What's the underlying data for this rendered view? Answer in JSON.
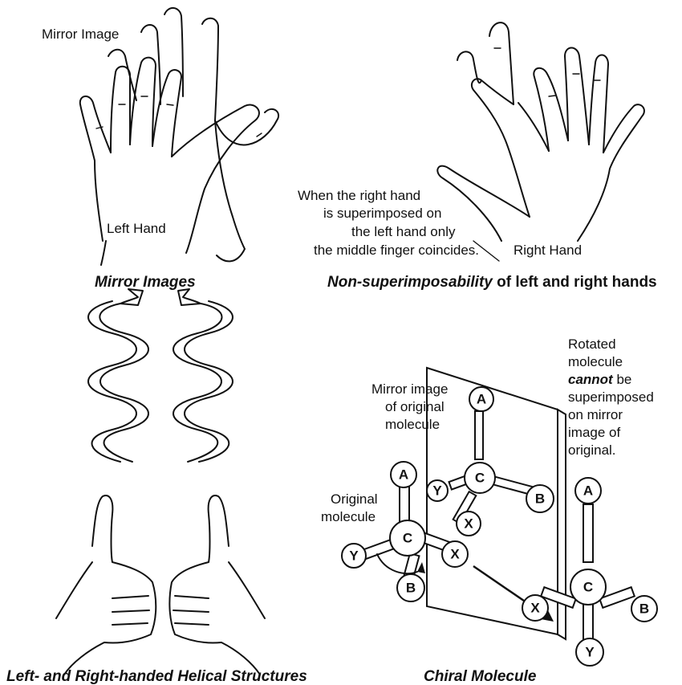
{
  "panels": {
    "mirror_images": {
      "label_mirror": "Mirror Image",
      "label_left": "Left Hand",
      "caption": "Mirror Images"
    },
    "non_superimposable": {
      "note_lines": [
        "When the right hand",
        "is superimposed on",
        "the left hand only",
        "the middle finger coincides."
      ],
      "label_right": "Right Hand",
      "caption_italic": "Non-superimposability",
      "caption_rest": " of left and right hands"
    },
    "helical": {
      "caption": "Left- and Right-handed Helical Structures"
    },
    "chiral": {
      "label_mirror_lines": [
        "Mirror image",
        "of original",
        "molecule"
      ],
      "label_original_lines": [
        "Original",
        "molecule"
      ],
      "label_rotated_lines": [
        "Rotated",
        "molecule",
        "cannot",
        "be",
        "superimposed",
        "on mirror",
        "image of",
        "original."
      ],
      "atoms": {
        "a": "A",
        "b": "B",
        "c": "C",
        "x": "X",
        "y": "Y"
      },
      "caption": "Chiral Molecule"
    }
  }
}
